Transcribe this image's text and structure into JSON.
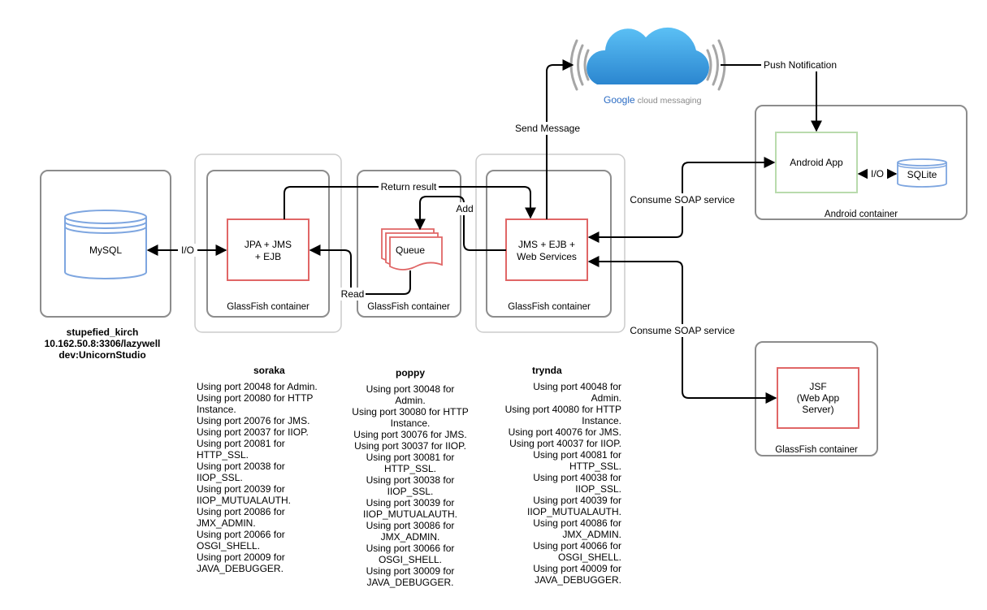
{
  "cloud": {
    "brand_google": "Google",
    "brand_service": " cloud messaging"
  },
  "containers": {
    "db_node": {
      "db_label": "MySQL",
      "host_lines": [
        "stupefied_kirch",
        "10.162.50.8:3306/lazywell",
        "dev:UnicornStudio"
      ]
    },
    "soraka": {
      "component": [
        "JPA + JMS",
        "+ EJB"
      ],
      "container_label": "GlassFish container"
    },
    "poppy": {
      "queue_label": "Queue",
      "container_label": "GlassFish container"
    },
    "trynda": {
      "component": [
        "JMS + EJB +",
        "Web Services"
      ],
      "container_label": "GlassFish container"
    },
    "android": {
      "app_label": "Android App",
      "sqlite_label": "SQLite",
      "container_label": "Android container"
    },
    "jsf": {
      "component": [
        "JSF",
        "(Web App",
        "Server)"
      ],
      "container_label": "GlassFish container"
    }
  },
  "edges": {
    "io_mysql": "I/O",
    "return_result": "Return result",
    "add": "Add",
    "read": "Read",
    "send_message": "Send Message",
    "push_notification": "Push Notification",
    "consume_soap_android": "Consume SOAP service",
    "consume_soap_jsf": "Consume SOAP service",
    "io_sqlite": "I/O"
  },
  "ports": {
    "soraka": {
      "name": "soraka",
      "lines": [
        "Using port 20048 for Admin.",
        "Using port 20080 for HTTP",
        "Instance.",
        "Using port 20076 for JMS.",
        "Using port 20037 for IIOP.",
        "Using port 20081 for",
        "HTTP_SSL.",
        "Using port 20038 for",
        "IIOP_SSL.",
        "Using port 20039 for",
        "IIOP_MUTUALAUTH.",
        "Using port 20086 for",
        "JMX_ADMIN.",
        "Using port 20066 for",
        "OSGI_SHELL.",
        "Using port 20009 for",
        "JAVA_DEBUGGER."
      ]
    },
    "poppy": {
      "name": "poppy",
      "lines": [
        "Using port 30048 for",
        "Admin.",
        "Using port 30080 for HTTP",
        "Instance.",
        "Using port 30076 for JMS.",
        "Using port 30037 for IIOP.",
        "Using port 30081 for",
        "HTTP_SSL.",
        "Using port 30038 for",
        "IIOP_SSL.",
        "Using port 30039 for",
        "IIOP_MUTUALAUTH.",
        "Using port 30086 for",
        "JMX_ADMIN.",
        "Using port 30066 for",
        "OSGI_SHELL.",
        "Using port 30009 for",
        "JAVA_DEBUGGER."
      ]
    },
    "trynda": {
      "name": "trynda",
      "lines": [
        "Using port 40048 for",
        "Admin.",
        "Using port 40080 for HTTP",
        "Instance.",
        "Using port 40076 for JMS.",
        "Using port 40037 for IIOP.",
        "Using port 40081 for",
        "HTTP_SSL.",
        "Using port 40038 for",
        "IIOP_SSL.",
        "Using port 40039 for",
        "IIOP_MUTUALAUTH.",
        "Using port 40086 for",
        "JMX_ADMIN.",
        "Using port 40066 for",
        "OSGI_SHELL.",
        "Using port 40009 for",
        "JAVA_DEBUGGER."
      ]
    }
  },
  "colors": {
    "container_border": "#8c8c8c",
    "outer_border": "#cccccc",
    "component_red": "#e06666",
    "db_blue": "#7ea6e0",
    "android_green": "#b9dbad",
    "cloud_blue": "#4aa3df",
    "edge": "#000000"
  }
}
